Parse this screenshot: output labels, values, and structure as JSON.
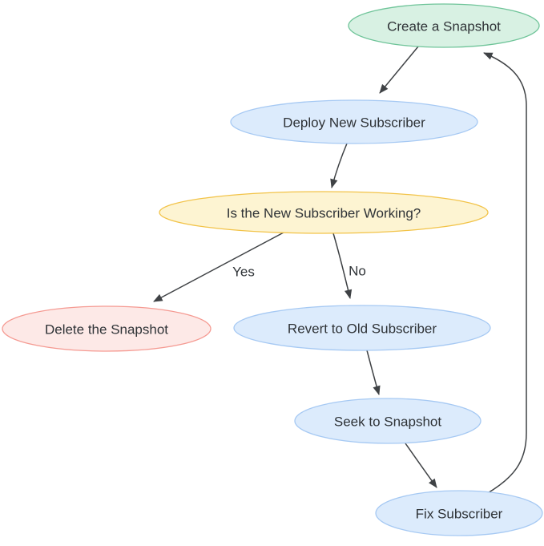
{
  "diagram": {
    "type": "flowchart",
    "background_color": "#ffffff",
    "edge_color": "#3f4245",
    "text_color": "#2f3337",
    "nodes": [
      {
        "id": "create",
        "label": "Create a Snapshot",
        "fill": "#d8f1e3",
        "stroke": "#6fc499"
      },
      {
        "id": "deploy",
        "label": "Deploy New Subscriber",
        "fill": "#dcebfc",
        "stroke": "#a6c9f3"
      },
      {
        "id": "working",
        "label": "Is the New Subscriber Working?",
        "fill": "#fdf4d2",
        "stroke": "#f2c348"
      },
      {
        "id": "delete",
        "label": "Delete the Snapshot",
        "fill": "#fde9e7",
        "stroke": "#f59a92"
      },
      {
        "id": "revert",
        "label": "Revert to Old Subscriber",
        "fill": "#dcebfc",
        "stroke": "#a6c9f3"
      },
      {
        "id": "seek",
        "label": "Seek to Snapshot",
        "fill": "#dcebfc",
        "stroke": "#a6c9f3"
      },
      {
        "id": "fix",
        "label": "Fix Subscriber",
        "fill": "#dcebfc",
        "stroke": "#a6c9f3"
      }
    ],
    "edges": [
      {
        "from": "create",
        "to": "deploy",
        "label": ""
      },
      {
        "from": "deploy",
        "to": "working",
        "label": ""
      },
      {
        "from": "working",
        "to": "delete",
        "label": "Yes"
      },
      {
        "from": "working",
        "to": "revert",
        "label": "No"
      },
      {
        "from": "revert",
        "to": "seek",
        "label": ""
      },
      {
        "from": "seek",
        "to": "fix",
        "label": ""
      },
      {
        "from": "fix",
        "to": "create",
        "label": ""
      }
    ]
  }
}
